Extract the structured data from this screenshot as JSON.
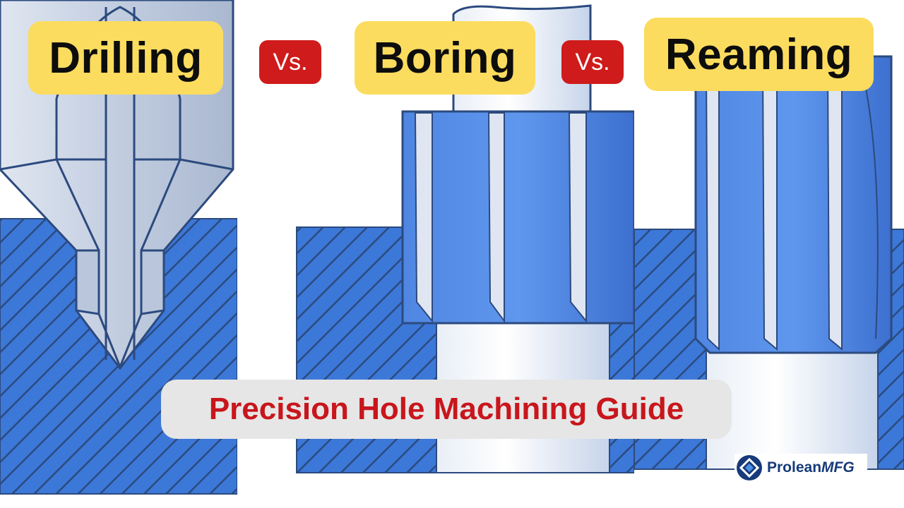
{
  "labels": {
    "drilling": "Drilling",
    "vs1": "Vs.",
    "boring": "Boring",
    "vs2": "Vs.",
    "reaming": "Reaming"
  },
  "banner": {
    "text": "Precision Hole Machining Guide"
  },
  "logo": {
    "brand": "Prolean",
    "suffix": "MFG"
  },
  "colors": {
    "workpiece_blue": "#3c78d8",
    "tool_blue": "#5a8fe6",
    "tool_silver": "#c8d3e4",
    "label_yellow": "#fbdc5f",
    "vs_red": "#cf1b1b",
    "banner_text_red": "#c8161c"
  }
}
